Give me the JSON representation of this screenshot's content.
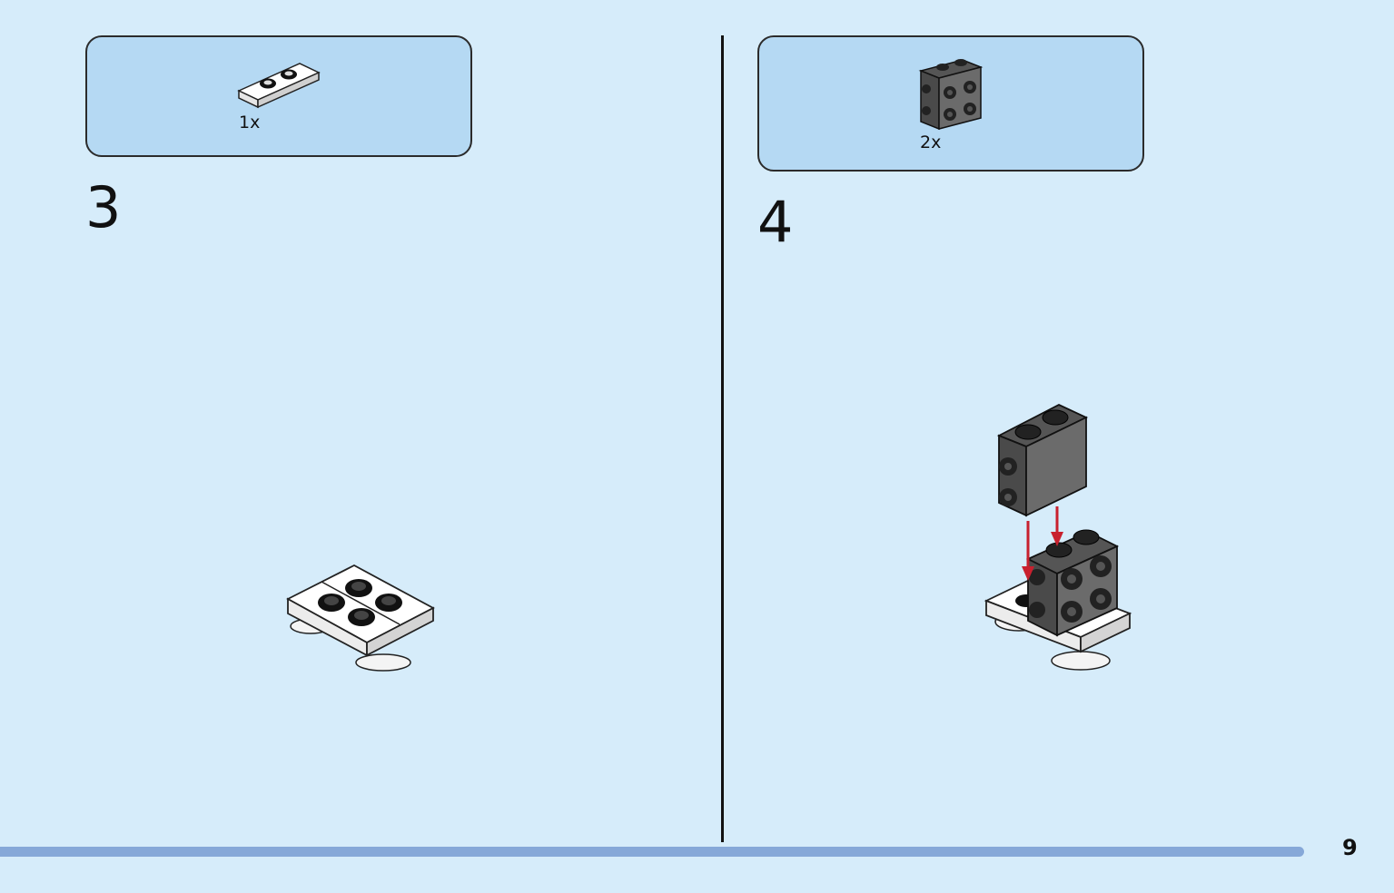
{
  "steps": [
    {
      "number": "3",
      "parts_qty": "1x"
    },
    {
      "number": "4",
      "parts_qty": "2x"
    }
  ],
  "page_number": "9",
  "colors": {
    "background": "#d6ecfa",
    "parts_box": "#b5d9f3",
    "brick_dark_gray": "#6b6b6b",
    "plate_white": "#ffffff",
    "arrow_red": "#c8202e",
    "progress_bar": "#86a8d8"
  }
}
